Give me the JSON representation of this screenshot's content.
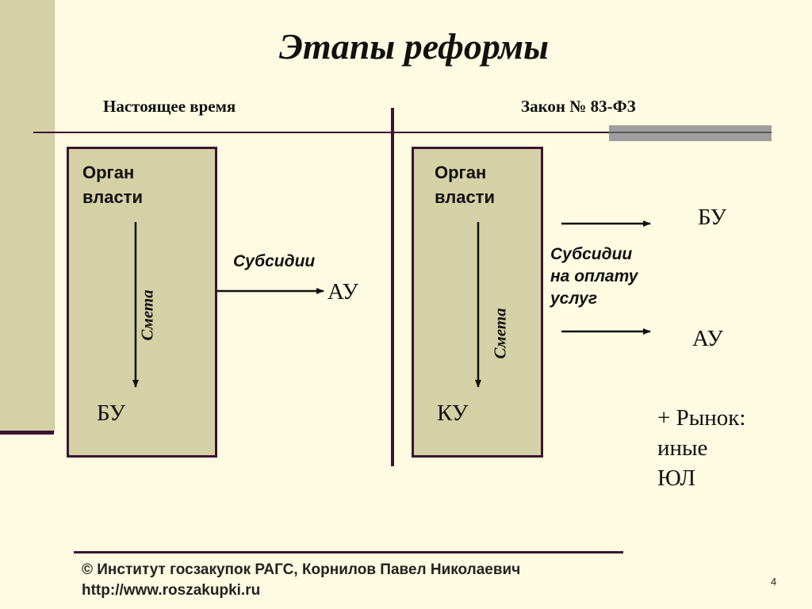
{
  "title": "Этапы реформы",
  "left": {
    "heading": "Настоящее время",
    "box_label_line1": "Орган",
    "box_label_line2": "власти",
    "smeta": "Смета",
    "bottom_label": "БУ",
    "subsidy_label": "Субсидии",
    "arrow_target": "АУ"
  },
  "right": {
    "heading": "Закон № 83-ФЗ",
    "box_label_line1": "Орган",
    "box_label_line2": "власти",
    "smeta": "Смета",
    "bottom_label": "КУ",
    "subsidy_line1": "Субсидии",
    "subsidy_line2": "на оплату",
    "subsidy_line3": "услуг",
    "target_top": "БУ",
    "target_bottom": "АУ",
    "market_line1": "+ Рынок:",
    "market_line2": "иные",
    "market_line3": "ЮЛ"
  },
  "footer": {
    "line1": "© Институт госзакупок РАГС, Корнилов Павел Николаевич",
    "line2": "http://www.roszakupki.ru",
    "page_number": "4"
  },
  "colors": {
    "background": "#fdfbe1",
    "box_fill": "#d3d1a5",
    "border": "#3d1330"
  }
}
